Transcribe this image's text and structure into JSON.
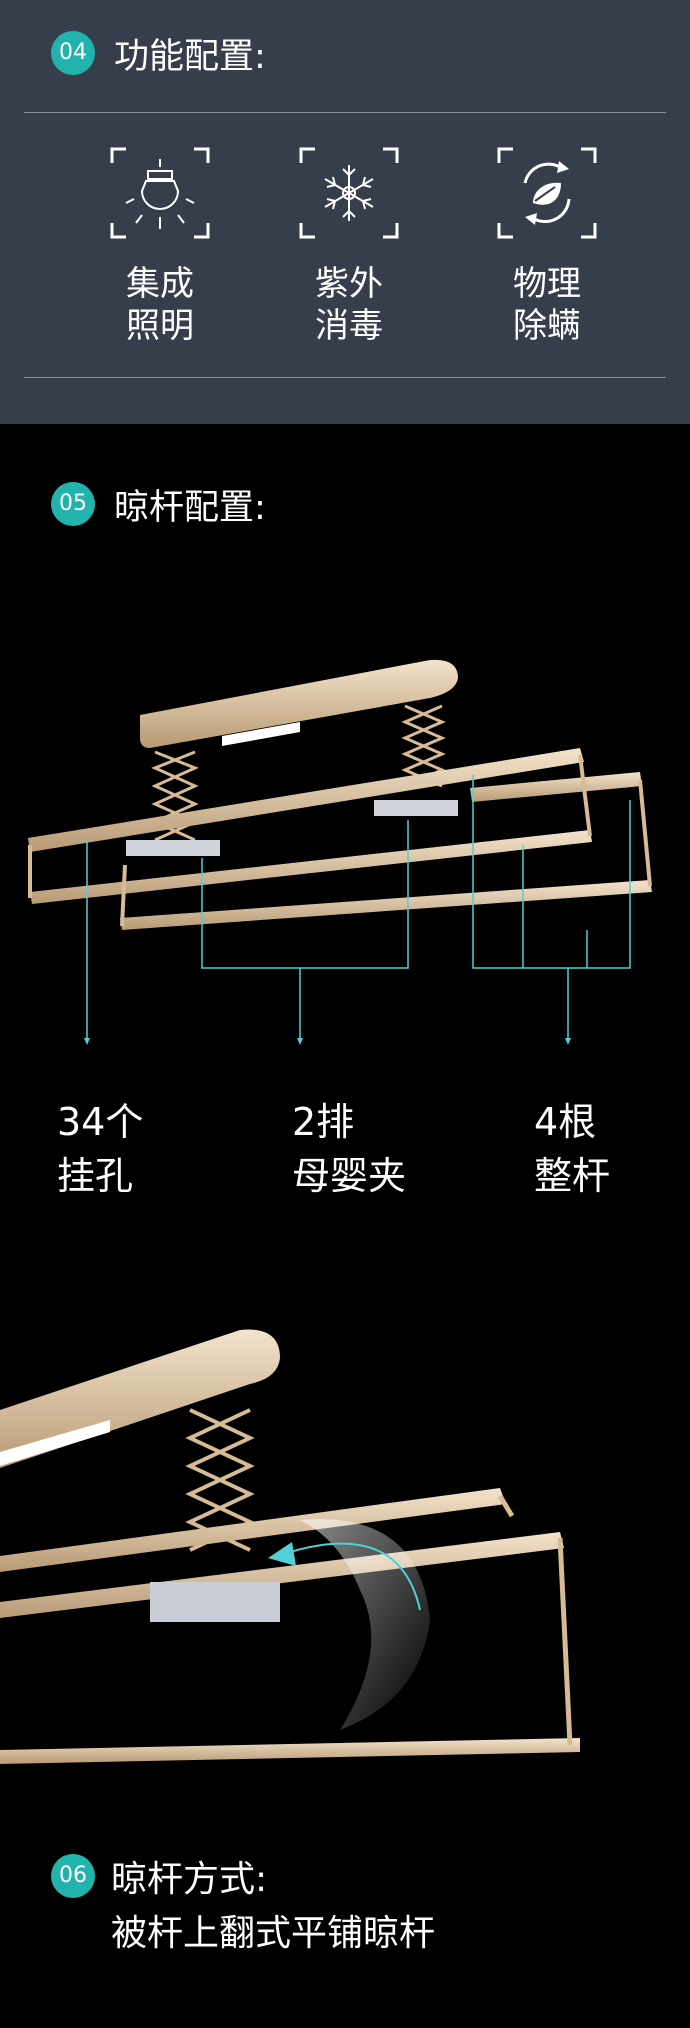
{
  "section4": {
    "badge": "04",
    "title": "功能配置:",
    "features": [
      {
        "icon": "bulb-icon",
        "line1": "集成",
        "line2": "照明"
      },
      {
        "icon": "snowflake-icon",
        "line1": "紫外",
        "line2": "消毒"
      },
      {
        "icon": "leaf-recycle-icon",
        "line1": "物理",
        "line2": "除螨"
      }
    ]
  },
  "section5": {
    "badge": "05",
    "title": "晾杆配置:",
    "specs": [
      {
        "line1": "34个",
        "line2": "挂孔"
      },
      {
        "line1": "2排",
        "line2": "母婴夹"
      },
      {
        "line1": "4根",
        "line2": "整杆"
      }
    ]
  },
  "section6": {
    "badge": "06",
    "title": "晾杆方式:",
    "subtitle": "被杆上翻式平铺晾杆"
  },
  "colors": {
    "teal": "#22b3ad",
    "panel": "#363d4b",
    "gold": "#d9c2a2",
    "cyan_line": "#4fd1d6"
  }
}
